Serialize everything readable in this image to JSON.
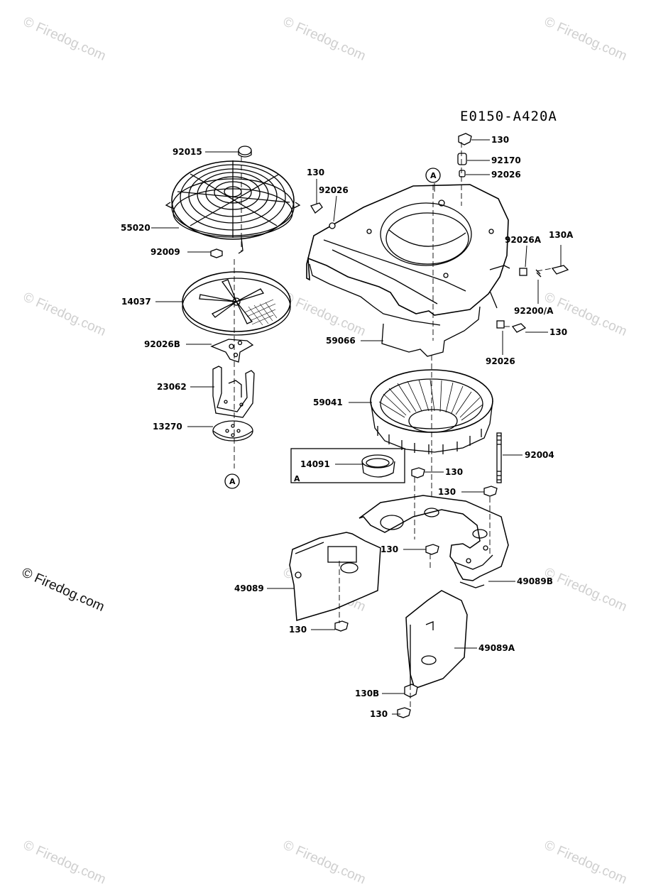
{
  "diagram_code": "E0150-A420A",
  "watermark": "© Firedog.com",
  "ref_marker": "A",
  "inset_marker": "A",
  "parts": [
    {
      "id": "130-top",
      "num": "130"
    },
    {
      "id": "92170",
      "num": "92170"
    },
    {
      "id": "92026-top",
      "num": "92026"
    },
    {
      "id": "92015",
      "num": "92015"
    },
    {
      "id": "130-left",
      "num": "130"
    },
    {
      "id": "92026-left",
      "num": "92026"
    },
    {
      "id": "55020",
      "num": "55020"
    },
    {
      "id": "92026A",
      "num": "92026A"
    },
    {
      "id": "130A",
      "num": "130A"
    },
    {
      "id": "92009",
      "num": "92009"
    },
    {
      "id": "14037",
      "num": "14037"
    },
    {
      "id": "92200A",
      "num": "92200/A"
    },
    {
      "id": "130-right",
      "num": "130"
    },
    {
      "id": "92026B",
      "num": "92026B"
    },
    {
      "id": "59066",
      "num": "59066"
    },
    {
      "id": "92026-bottom",
      "num": "92026"
    },
    {
      "id": "23062",
      "num": "23062"
    },
    {
      "id": "59041",
      "num": "59041"
    },
    {
      "id": "13270",
      "num": "13270"
    },
    {
      "id": "92004",
      "num": "92004"
    },
    {
      "id": "14091",
      "num": "14091"
    },
    {
      "id": "130-mid1",
      "num": "130"
    },
    {
      "id": "130-mid2",
      "num": "130"
    },
    {
      "id": "130-mid3",
      "num": "130"
    },
    {
      "id": "49089",
      "num": "49089"
    },
    {
      "id": "49089B",
      "num": "49089B"
    },
    {
      "id": "130-low",
      "num": "130"
    },
    {
      "id": "49089A",
      "num": "49089A"
    },
    {
      "id": "130B",
      "num": "130B"
    },
    {
      "id": "130-bottom",
      "num": "130"
    }
  ]
}
